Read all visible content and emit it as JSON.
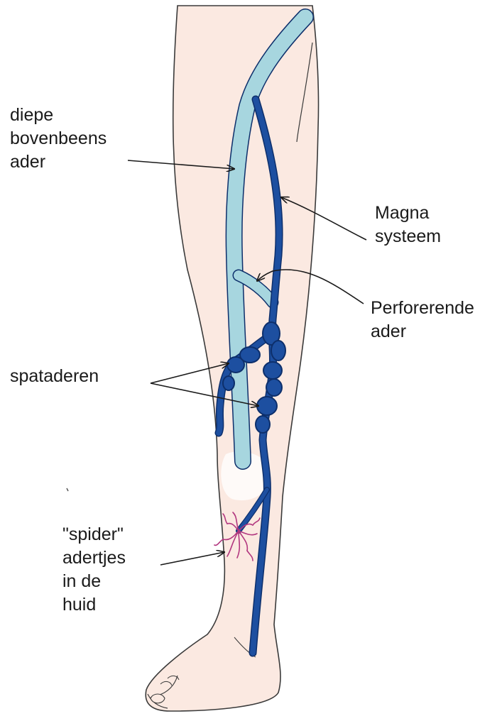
{
  "labels": {
    "deep_vein": [
      "diepe",
      "bovenbeens",
      "ader"
    ],
    "magna": [
      "Magna",
      "systeem"
    ],
    "perforating": [
      "Perforerende",
      "ader"
    ],
    "varicose": [
      "spataderen"
    ],
    "spider": [
      "\"spider\"",
      "adertjes",
      "in de",
      "huid"
    ]
  },
  "colors": {
    "skin": "#fbe9e1",
    "skin_outline": "#3a3a3a",
    "deep_vein": "#a7d6df",
    "superficial_vein": "#1d4fa0",
    "vein_outline": "#0d2f6b",
    "spider_veins": "#b2377f",
    "knee_highlight": "#ffffff"
  }
}
